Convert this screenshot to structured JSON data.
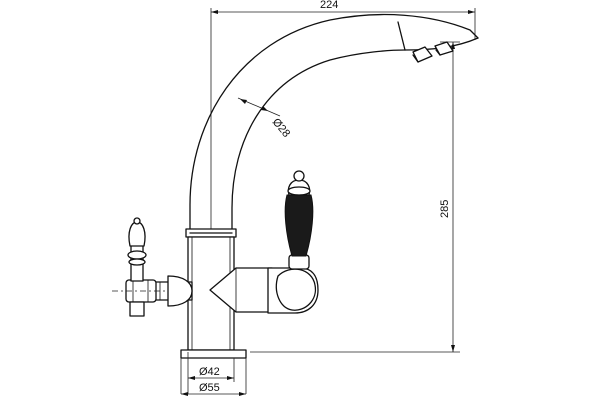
{
  "dimensions": {
    "width_total": "224",
    "height_total": "285",
    "spout_diameter": "Ø28",
    "body_diameter": "Ø42",
    "base_diameter": "Ø55"
  },
  "colors": {
    "line": "#111111",
    "background": "#ffffff",
    "accent_fill": "#1a1a1a"
  }
}
